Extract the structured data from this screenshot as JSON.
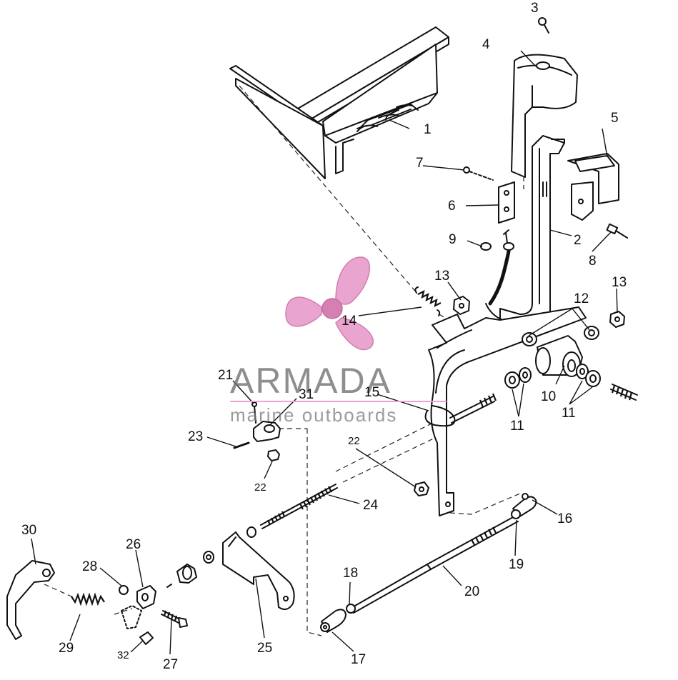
{
  "watermark": {
    "brand": "ARMADA",
    "subtitle": "marine outboards",
    "logo_color": "#e9a5cf"
  },
  "callouts": {
    "c1": "1",
    "c2": "2",
    "c3": "3",
    "c4": "4",
    "c5": "5",
    "c6": "6",
    "c7": "7",
    "c8": "8",
    "c9": "9",
    "c10": "10",
    "c11a": "11",
    "c11b": "11",
    "c12": "12",
    "c13a": "13",
    "c13b": "13",
    "c14": "14",
    "c15": "15",
    "c16": "16",
    "c17": "17",
    "c18": "18",
    "c19": "19",
    "c20": "20",
    "c21": "21",
    "c22a": "22",
    "c22b": "22",
    "c23": "23",
    "c24": "24",
    "c25": "25",
    "c26": "26",
    "c27": "27",
    "c28": "28",
    "c29": "29",
    "c30": "30",
    "c31": "31",
    "c32": "32"
  }
}
